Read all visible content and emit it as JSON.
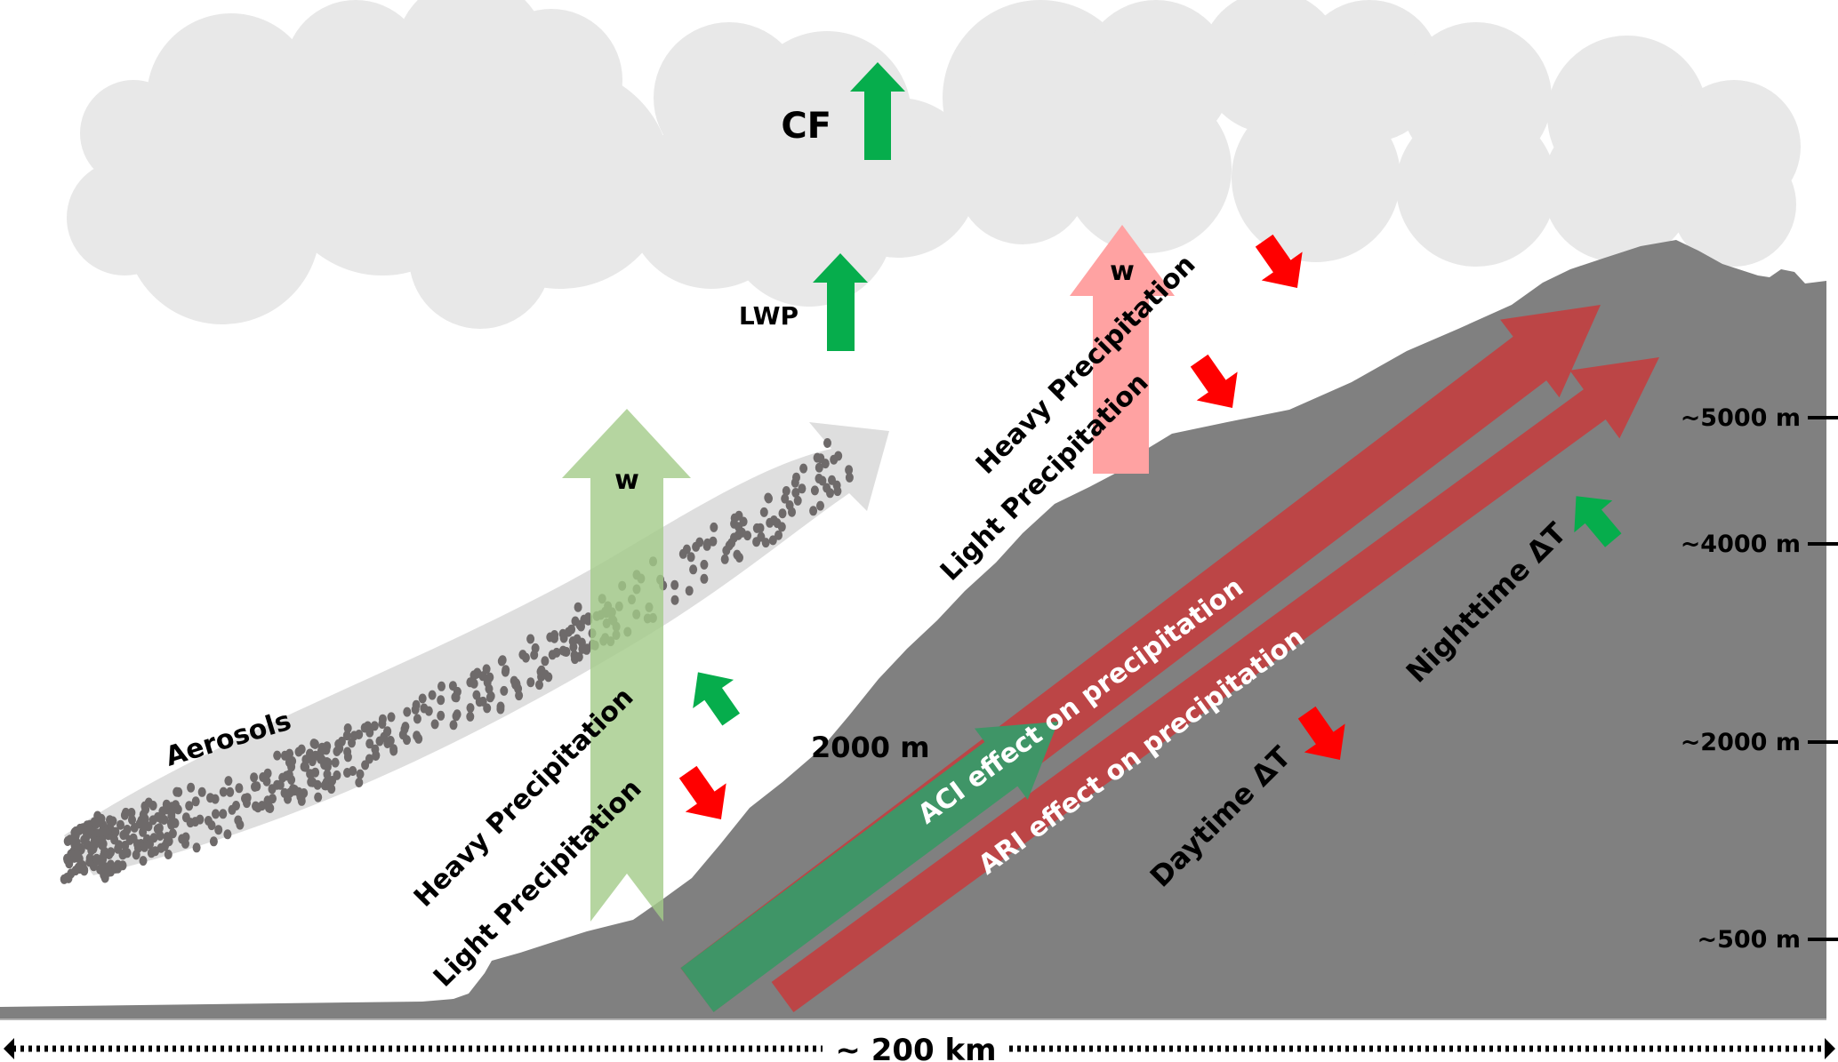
{
  "figure": {
    "cloud_labels": {
      "cf": "CF",
      "lwp": "LWP"
    },
    "updraft_label_left": "w",
    "updraft_label_right": "w",
    "aerosols_label": "Aerosols",
    "left_slope": {
      "heavy_precip": "Heavy Precipitation",
      "light_precip": "Light Precipitation",
      "heavy_trend": "increase",
      "light_trend": "decrease"
    },
    "right_slope": {
      "heavy_precip": "Heavy Precipitation",
      "light_precip": "Light Precipitation",
      "heavy_trend": "decrease",
      "light_trend": "decrease"
    },
    "elevation_marker": "2000 m",
    "aci_label": "ACI effect on precipitation",
    "ari_label": "ARI effect on precipitation",
    "daytime_label": "Daytime ΔT",
    "daytime_trend": "decrease",
    "nighttime_label": "Nighttime ΔT",
    "nighttime_trend": "increase",
    "altitude_ticks": [
      "~5000 m",
      "~4000 m",
      "~2000 m",
      "~500 m"
    ],
    "scale_label": "~ 200 km",
    "colors": {
      "cloud": "#e8e8e8",
      "mountain": "#808080",
      "increase_arrow": "#06ad4c",
      "decrease_arrow": "#ff0000",
      "aci_arrow": "#3f9567",
      "ari_arrow": "#bc4546",
      "updraft_left": "#b5d59f",
      "updraft_right": "#ffa2a2",
      "aerosol_band": "#dadada",
      "aerosol_dots": "#6e6a6a"
    }
  }
}
